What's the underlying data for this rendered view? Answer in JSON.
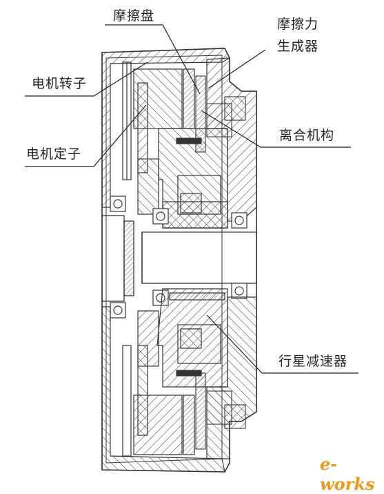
{
  "labels": {
    "friction_disc": "摩擦盘",
    "friction_generator_line1": "摩擦力",
    "friction_generator_line2": "生成器",
    "motor_rotor": "电机转子",
    "motor_stator": "电机定子",
    "clutch_mechanism": "离合机构",
    "planetary_reducer": "行星减速器"
  },
  "watermark": "e-works",
  "colors": {
    "stroke": "#333333",
    "hatch": "#444444",
    "watermark": "#e39a1d"
  }
}
